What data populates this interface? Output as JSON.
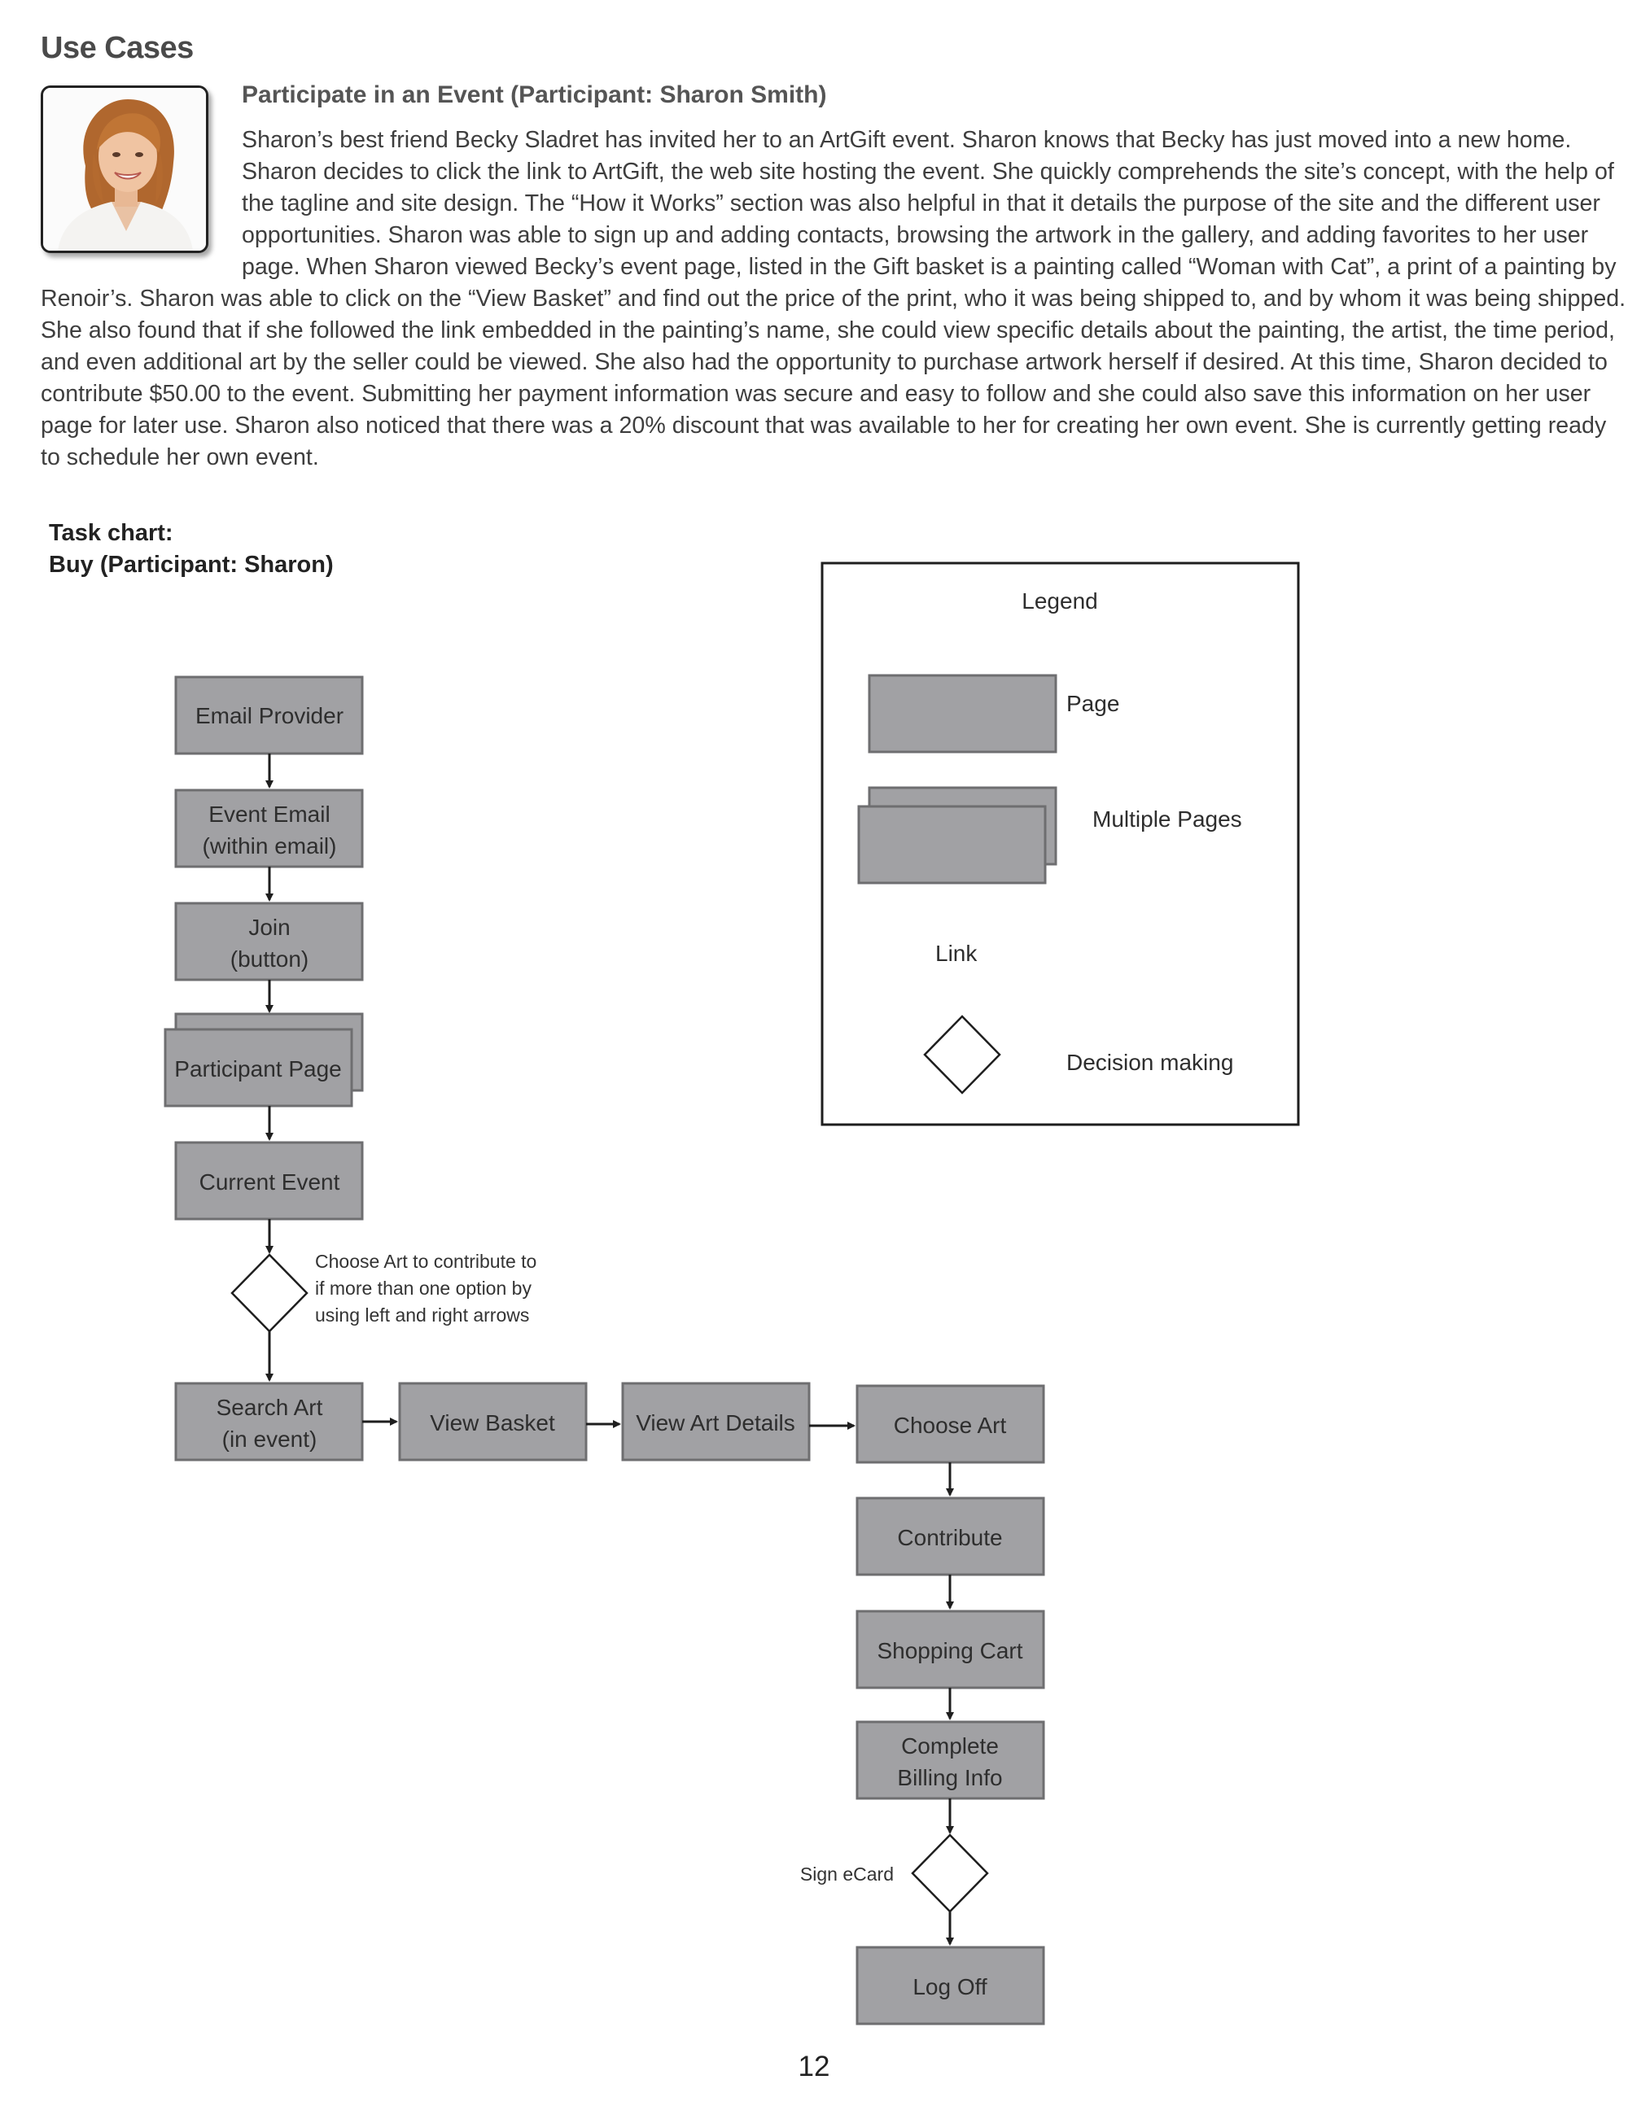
{
  "heading": "Use Cases",
  "use_case": {
    "title": "Participate in an Event (Participant: Sharon Smith)",
    "photo_icon": "participant-photo",
    "story_lines": [
      "Sharon’s best friend Becky Sladret has invited her to an ArtGift event. Sharon knows that Becky has just moved into a new home.",
      "Sharon decides to click the link to ArtGift, the web site hosting the event. She quickly comprehends the site’s concept, with the help of",
      "the tagline and site design. The “How it Works” section was also helpful in that it details the purpose of the site and the different user",
      "opportunities. Sharon was able to sign up and adding contacts, browsing the artwork in the gallery, and adding favorites to her user",
      "page. When Sharon viewed Becky’s event page, listed in the Gift basket is a painting called “Woman with Cat”, a print of a painting by",
      "Renoir’s. Sharon was able to click on the “View Basket” and find out the price of the print, who it was being shipped to, and by whom it was being shipped.",
      "She also found that if she followed the link embedded in the painting’s name, she could view specific details about the painting, the artist, the time period,",
      "and even additional art by the seller could be viewed. She also had the opportunity to  purchase artwork herself if desired. At this time, Sharon decided to",
      "contribute $50.00 to the event. Submitting her payment information was secure and easy to follow and she could also save this information on her user",
      "page for later use. Sharon also noticed that there was a 20% discount that was available to her for creating her own event. She is currently getting ready",
      "to schedule her own event."
    ]
  },
  "task_chart": {
    "label": "Task chart:",
    "subtitle": "Buy (Participant: Sharon)"
  },
  "flow": {
    "email_provider": "Email Provider",
    "event_email_1": "Event Email",
    "event_email_2": "(within email)",
    "join_1": "Join",
    "join_2": "(button)",
    "participant_page": "Participant Page",
    "current_event": "Current Event",
    "choose_note_1": "Choose Art to contribute to",
    "choose_note_2": "if more than one option by",
    "choose_note_3": "using left and right arrows",
    "search_art_1": "Search Art",
    "search_art_2": "(in event)",
    "view_basket": "View Basket",
    "view_art_details": "View Art Details",
    "choose_art": "Choose Art",
    "contribute": "Contribute",
    "shopping_cart": "Shopping Cart",
    "billing_1": "Complete",
    "billing_2": "Billing Info",
    "sign_ecard": "Sign eCard",
    "log_off": "Log Off"
  },
  "legend": {
    "title": "Legend",
    "page": "Page",
    "multiple_pages": "Multiple Pages",
    "link": "Link",
    "decision": "Decision making"
  },
  "colors": {
    "box_fill": "#a1a1a4",
    "box_stroke": "#6e6e70",
    "arrow": "#1e1e1e"
  },
  "page_number": "12"
}
